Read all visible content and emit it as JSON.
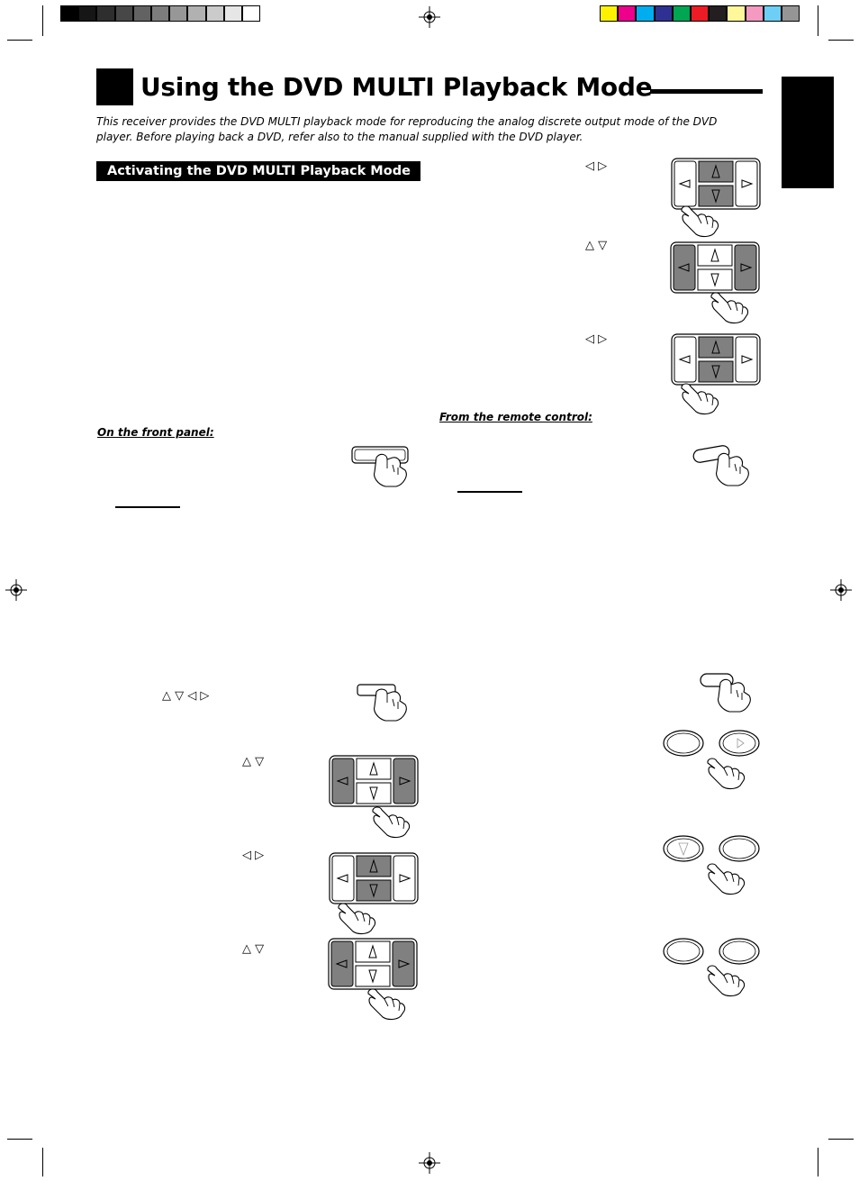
{
  "page": {
    "title": "Using the DVD MULTI Playback Mode",
    "intro": "This receiver provides the DVD MULTI playback mode for reproducing the analog discrete output mode of the DVD player. Before playing back a DVD, refer also to the manual supplied with the DVD player.",
    "section_banner": "Activating the DVD MULTI Playback Mode",
    "front_panel_label": "On the front panel:",
    "remote_label": "From the remote control:"
  },
  "colors": {
    "gray_scale": [
      "#000000",
      "#161616",
      "#2e2e2e",
      "#474747",
      "#626262",
      "#7c7c7c",
      "#979797",
      "#b1b1b1",
      "#cbcbcb",
      "#e6e6e6",
      "#ffffff"
    ],
    "color_bar": [
      "#fff200",
      "#ec008c",
      "#00aeef",
      "#2e3192",
      "#00a651",
      "#ed1c24",
      "#231f20",
      "#fff799",
      "#f49ac1",
      "#6dcff6",
      "#959595"
    ],
    "pressed_gray": "#808080"
  },
  "icons": {
    "cursor_pad": "cursor-pad-icon",
    "pressing_hand": "pressing-hand-icon",
    "registration_mark": "registration-mark-icon",
    "oval_button": "oval-button-icon"
  },
  "glyphs": {
    "left_right": "◁  ▷",
    "up_down": "△  ▽",
    "all_four": "△  ▽  ◁  ▷"
  }
}
